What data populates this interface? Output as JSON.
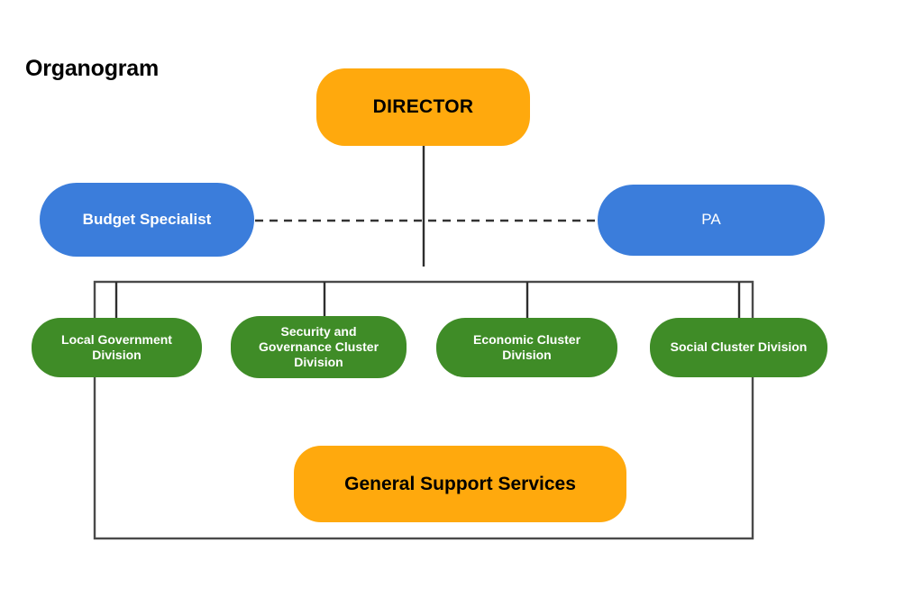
{
  "page": {
    "title": "Organogram",
    "background_color": "#FFFFFF"
  },
  "palette": {
    "orange": "#FFA90D",
    "blue": "#3B7DDB",
    "green": "#3F8C27",
    "line": "#3B3B3B",
    "text_dark": "#000000",
    "text_light": "#FFFFFF"
  },
  "chart_data": {
    "type": "diagram",
    "diagram_kind": "organogram",
    "title": "Organogram",
    "nodes": [
      {
        "id": "director",
        "label": "DIRECTOR",
        "level": 0,
        "fill": "#FFA90D",
        "text_color": "#000000",
        "shape": "rounded-pill"
      },
      {
        "id": "budget_specialist",
        "label": "Budget Specialist",
        "level": 1,
        "fill": "#3B7DDB",
        "text_color": "#FFFFFF",
        "shape": "pill"
      },
      {
        "id": "pa",
        "label": "PA",
        "level": 1,
        "fill": "#3B7DDB",
        "text_color": "#FFFFFF",
        "shape": "pill"
      },
      {
        "id": "div_local_government",
        "label": "Local Government\nDivision",
        "level": 2,
        "fill": "#3F8C27",
        "text_color": "#FFFFFF",
        "shape": "rounded-pill"
      },
      {
        "id": "div_security",
        "label": "Security and\nGovernance Cluster\nDivision",
        "level": 2,
        "fill": "#3F8C27",
        "text_color": "#FFFFFF",
        "shape": "rounded-pill"
      },
      {
        "id": "div_economic",
        "label": "Economic Cluster\nDivision",
        "level": 2,
        "fill": "#3F8C27",
        "text_color": "#FFFFFF",
        "shape": "rounded-pill"
      },
      {
        "id": "div_social",
        "label": "Social Cluster Division",
        "level": 2,
        "fill": "#3F8C27",
        "text_color": "#FFFFFF",
        "shape": "rounded-pill"
      },
      {
        "id": "general_support",
        "label": "General Support Services",
        "level": 3,
        "fill": "#FFA90D",
        "text_color": "#000000",
        "shape": "rounded-pill"
      }
    ],
    "edges": [
      {
        "from": "director",
        "to": "division_bus",
        "style": "solid"
      },
      {
        "from": "budget_specialist",
        "to": "pa",
        "style": "dashed"
      },
      {
        "from": "division_bus",
        "to": "div_local_government",
        "style": "solid"
      },
      {
        "from": "division_bus",
        "to": "div_security",
        "style": "solid"
      },
      {
        "from": "division_bus",
        "to": "div_economic",
        "style": "solid"
      },
      {
        "from": "division_bus",
        "to": "div_social",
        "style": "solid"
      },
      {
        "from": "division_bus",
        "to": "general_support",
        "style": "enclosure"
      }
    ]
  },
  "nodes": {
    "director": {
      "label": "DIRECTOR"
    },
    "budget_specialist": {
      "label": "Budget Specialist"
    },
    "pa": {
      "label": "PA"
    },
    "div_local_government": {
      "label": "Local Government\nDivision"
    },
    "div_security": {
      "label": "Security and\nGovernance Cluster\nDivision"
    },
    "div_economic": {
      "label": "Economic Cluster\nDivision"
    },
    "div_social": {
      "label": "Social Cluster Division"
    },
    "general_support": {
      "label": "General Support Services"
    }
  }
}
